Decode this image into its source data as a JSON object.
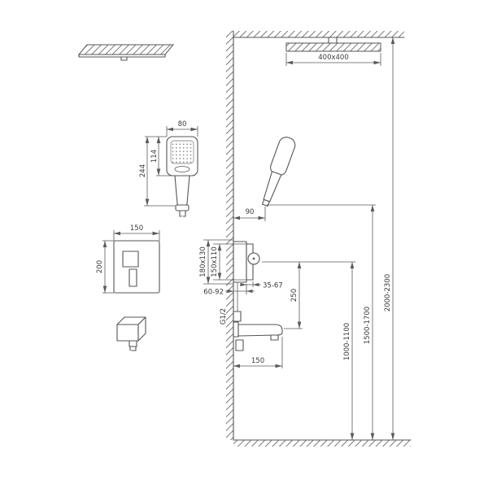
{
  "page": {
    "background": "#ffffff"
  },
  "drawing": {
    "colors": {
      "bg": "#ffffff",
      "line": "#555555",
      "dim": "#5a5a5a",
      "text": "#3a3a3a"
    },
    "dimensions": {
      "ceiling_head": "400x400",
      "hand_shower_width": "80",
      "hand_shower_head_height": "114",
      "hand_shower_total": "244",
      "mixer_plate_width": "150",
      "mixer_plate_height": "200",
      "hand_shower_wall_offset": "90",
      "rough_in_box": "180x130",
      "trim_plate": "150x110",
      "rough_in_depth": "60-92",
      "trim_depth": "35-67",
      "connection_thread": "G1/2",
      "mixer_to_spout": "250",
      "spout_length": "150",
      "mixer_mount_height": "1000-1100",
      "hand_shower_mount_height": "1500-1700",
      "ceiling_head_mount_height": "2000-2300"
    }
  }
}
